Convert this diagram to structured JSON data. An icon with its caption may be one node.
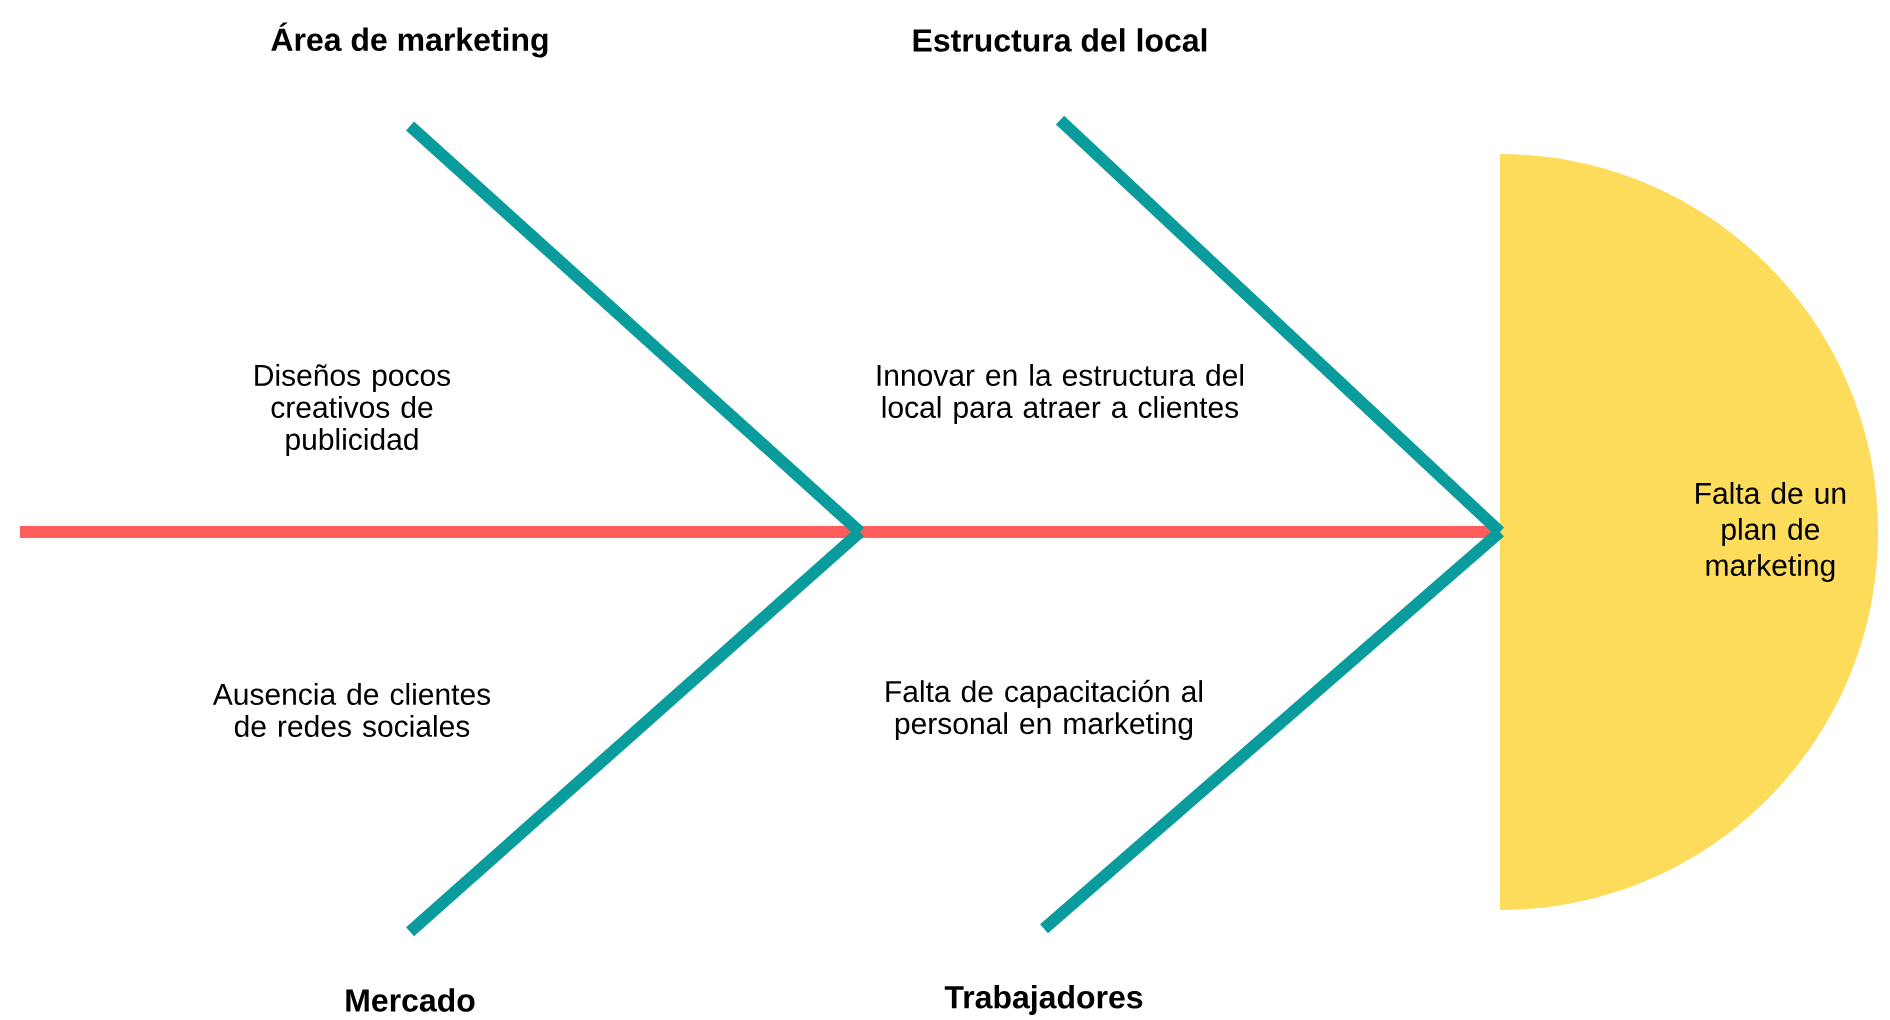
{
  "diagram": {
    "nodes": [
      {
        "text": [
          "Área de marketing"
        ]
      },
      {
        "text": [
          "Estructura del local"
        ]
      },
      {
        "text": [
          "Falta de un plan de marketing"
        ]
      },
      {
        "text": [
          "Mercado"
        ]
      },
      {
        "text": [
          "Trabajadores"
        ]
      }
    ],
    "edges": [
      {
        "from": null,
        "to": 2,
        "arrow": "none",
        "color": "#ff5c5c"
      },
      {
        "from": 0,
        "to": null,
        "arrow": "none"
      },
      {
        "from": 1,
        "to": 2,
        "arrow": "none"
      },
      {
        "from": 3,
        "to": null,
        "arrow": "none"
      },
      {
        "from": 4,
        "to": 2,
        "arrow": "none"
      }
    ],
    "labels": [
      "Diseños pocos creativos de publicidad",
      "Innovar en la estructura del local para atraer a clientes",
      "Ausencia de clientes de redes sociales",
      "Falta de capacitación al personal en marketing"
    ]
  }
}
